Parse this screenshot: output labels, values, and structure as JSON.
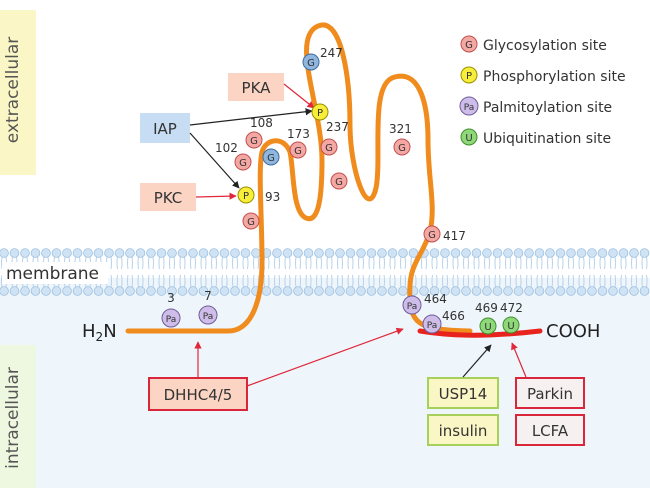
{
  "regions": {
    "extracellular": "extracellular",
    "membrane": "membrane",
    "intracellular": "intracellular"
  },
  "termini": {
    "n": "H2N",
    "n_main": "H",
    "n_sub": "2",
    "n_tail": "N",
    "c": "COOH"
  },
  "legend": [
    {
      "symbol": "G",
      "label": "Glycosylation site",
      "fill": "#f4a8a4",
      "stroke": "#c0504d"
    },
    {
      "symbol": "P",
      "label": "Phosphorylation site",
      "fill": "#f7ee3a",
      "stroke": "#9a8f00"
    },
    {
      "symbol": "Pa",
      "label": "Palmitoylation site",
      "fill": "#cdbde8",
      "stroke": "#6f5c9c"
    },
    {
      "symbol": "U",
      "label": "Ubiquitination site",
      "fill": "#8fd87a",
      "stroke": "#3f8f2a"
    }
  ],
  "sites": {
    "g247": {
      "symbol": "G",
      "number": "247",
      "type": "glycosylation-alt"
    },
    "p237": {
      "symbol": "P",
      "number": "237",
      "type": "phosphorylation"
    },
    "g173": {
      "symbol": "G",
      "number": "173",
      "type": "glycosylation"
    },
    "g_a": {
      "symbol": "G",
      "number": "",
      "type": "glycosylation"
    },
    "g_b": {
      "symbol": "G",
      "number": "",
      "type": "glycosylation"
    },
    "g_c": {
      "symbol": "G",
      "number": "",
      "type": "glycosylation-alt"
    },
    "g108": {
      "symbol": "G",
      "number": "108",
      "type": "glycosylation"
    },
    "g102": {
      "symbol": "G",
      "number": "102",
      "type": "glycosylation"
    },
    "p93": {
      "symbol": "P",
      "number": "93",
      "type": "phosphorylation"
    },
    "g_d": {
      "symbol": "G",
      "number": "",
      "type": "glycosylation"
    },
    "g321": {
      "symbol": "G",
      "number": "321",
      "type": "glycosylation"
    },
    "g417": {
      "symbol": "G",
      "number": "417",
      "type": "glycosylation"
    },
    "pa3": {
      "symbol": "Pa",
      "number": "3",
      "type": "palmitoylation"
    },
    "pa7": {
      "symbol": "Pa",
      "number": "7",
      "type": "palmitoylation"
    },
    "pa464": {
      "symbol": "Pa",
      "number": "464",
      "type": "palmitoylation"
    },
    "pa466": {
      "symbol": "Pa",
      "number": "466",
      "type": "palmitoylation"
    },
    "u469": {
      "symbol": "U",
      "number": "469",
      "type": "ubiquitination"
    },
    "u472": {
      "symbol": "U",
      "number": "472",
      "type": "ubiquitination"
    }
  },
  "regulators": {
    "pka": {
      "label": "PKA",
      "kind": "kinase"
    },
    "iap": {
      "label": "IAP",
      "kind": "iap"
    },
    "pkc": {
      "label": "PKC",
      "kind": "kinase"
    },
    "dhhc": {
      "label": "DHHC4/5",
      "kind": "palmitoyl"
    },
    "usp14": {
      "label": "USP14",
      "kind": "deubiquitin"
    },
    "insulin": {
      "label": "insulin",
      "kind": "deubiquitin"
    },
    "parkin": {
      "label": "Parkin",
      "kind": "ubiquitin"
    },
    "lcfa": {
      "label": "LCFA",
      "kind": "ubiquitin"
    }
  },
  "colors": {
    "chain": "#f08c1e",
    "chain_cterm": "#e8231e",
    "extracellular_band": "#fbf6c6",
    "intracellular_band": "#eef7e0",
    "membrane_head": "#cfe3f5",
    "membrane_stroke": "#9cc0e0",
    "membrane_tail": "#b8d2ea",
    "cytoplasm": "#eef5fb",
    "kinase_box": "#fbd4c4",
    "iap_box": "#c7ddf3",
    "red_box_border": "#d9263a",
    "green_box_border": "#a7d05a",
    "arrow_red": "#e0283a",
    "arrow_black": "#222222"
  }
}
